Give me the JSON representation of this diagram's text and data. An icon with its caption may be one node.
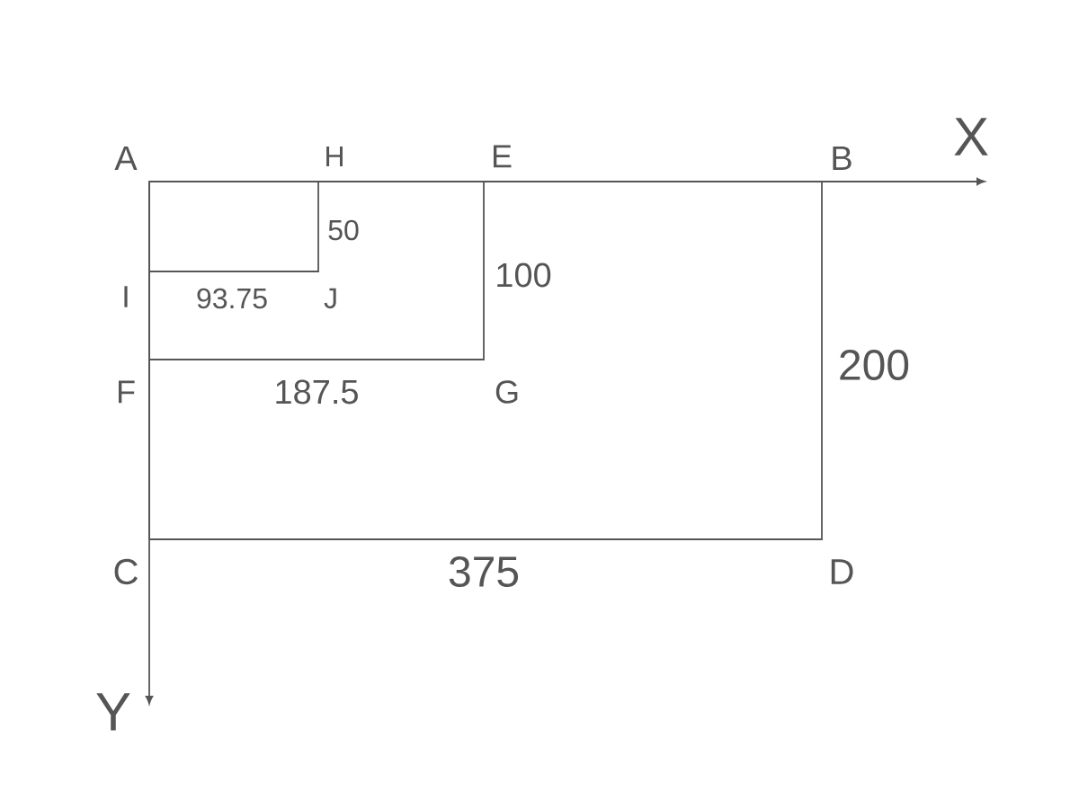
{
  "diagram": {
    "labels": [
      "A",
      "H",
      "E",
      "B",
      "X",
      "50",
      "I",
      "93.75",
      "J",
      "100",
      "F",
      "187.5",
      "G",
      "200",
      "C",
      "375",
      "D",
      "Y"
    ]
  }
}
